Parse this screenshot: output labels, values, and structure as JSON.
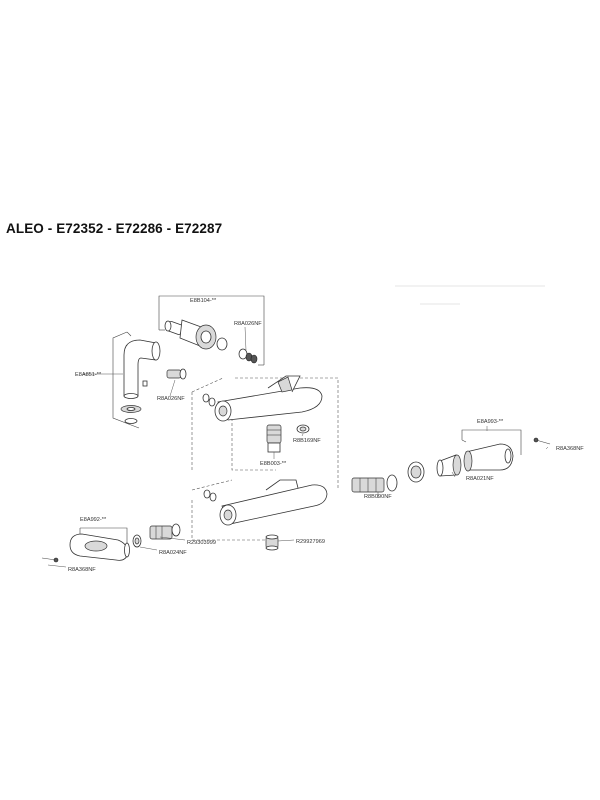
{
  "title": "ALEO - E72352 - E72286 - E72287",
  "parts": [
    {
      "code": "E8B104-**"
    },
    {
      "code": "R8A026NF"
    },
    {
      "code": "E8A851-**"
    },
    {
      "code": "R8A026NF"
    },
    {
      "code": "R8B169NF"
    },
    {
      "code": "E8B003-**"
    },
    {
      "code": "E8A993-**"
    },
    {
      "code": "R8A368NF"
    },
    {
      "code": "R8A021NF"
    },
    {
      "code": "R8B090NF"
    },
    {
      "code": "E8A992-**"
    },
    {
      "code": "R29303999"
    },
    {
      "code": "R8A024NF"
    },
    {
      "code": "R29927969"
    },
    {
      "code": "R8A368NF"
    }
  ]
}
